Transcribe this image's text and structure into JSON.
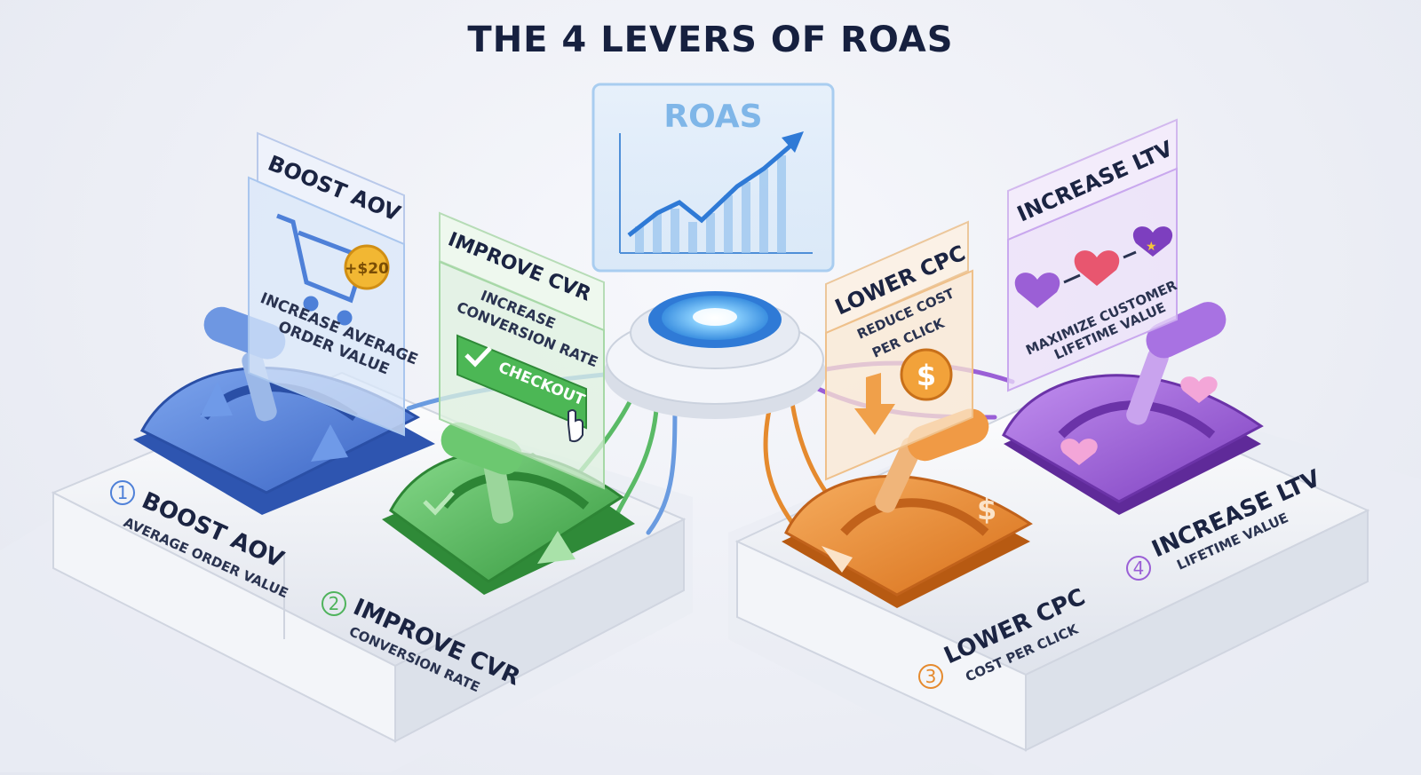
{
  "title": "THE 4 LEVERS OF ROAS",
  "hub": {
    "label": "ROAS"
  },
  "levers": [
    {
      "number": "1",
      "name": "BOOST AOV",
      "subtitle": "AVERAGE ORDER VALUE",
      "panel_title": "BOOST AOV",
      "panel_text_1": "INCREASE AVERAGE",
      "panel_text_2": "ORDER VALUE",
      "badge": "+$20",
      "color": "#4d7fd6",
      "icon": "shopping-cart-icon"
    },
    {
      "number": "2",
      "name": "IMPROVE CVR",
      "subtitle": "CONVERSION RATE",
      "panel_title": "IMPROVE CVR",
      "panel_text_1": "INCREASE",
      "panel_text_2": "CONVERSION RATE",
      "button": "CHECKOUT",
      "color": "#4fb35c",
      "icon": "checkout-button-icon"
    },
    {
      "number": "3",
      "name": "LOWER CPC",
      "subtitle": "COST PER CLICK",
      "panel_title": "LOWER CPC",
      "panel_text_1": "REDUCE COST",
      "panel_text_2": "PER CLICK",
      "badge": "$",
      "color": "#e58a2e",
      "icon": "dollar-coin-icon"
    },
    {
      "number": "4",
      "name": "INCREASE LTV",
      "subtitle": "LIFETIME VALUE",
      "panel_title": "INCREASE LTV",
      "panel_text_1": "MAXIMIZE CUSTOMER",
      "panel_text_2": "LIFETIME VALUE",
      "color": "#9a5fd6",
      "icon": "hearts-icon"
    }
  ]
}
